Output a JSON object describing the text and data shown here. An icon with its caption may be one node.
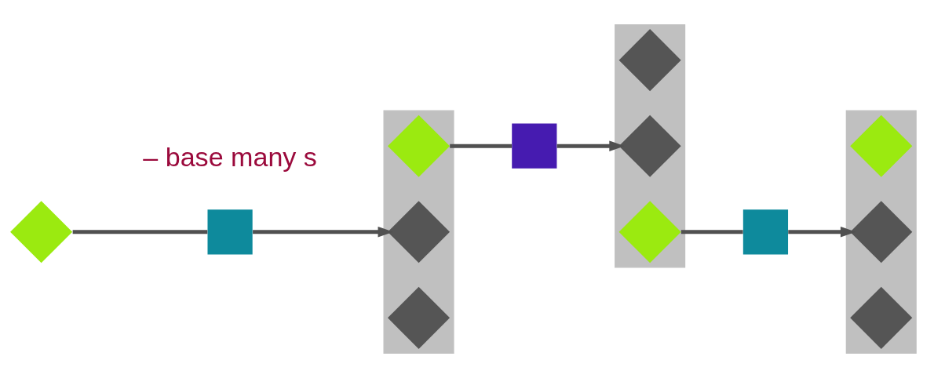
{
  "diagram": {
    "nodes": [
      {
        "text": [],
        "shape": "diamond"
      },
      {
        "text": [],
        "shape": "box"
      },
      {
        "text": [],
        "shape": "box"
      },
      {
        "text": [],
        "shape": "diamond",
        "in": 2
      },
      {
        "text": [],
        "shape": "diamond",
        "in": 2
      },
      {
        "text": [],
        "shape": "diamond",
        "in": 2
      },
      {
        "text": [],
        "shape": "box"
      },
      {
        "text": [],
        "shape": "box"
      },
      {
        "text": [],
        "shape": "diamond",
        "in": 7
      },
      {
        "text": [],
        "shape": "diamond",
        "in": 7
      },
      {
        "text": [],
        "shape": "diamond",
        "in": 7
      },
      {
        "text": [],
        "shape": "box"
      },
      {
        "text": [],
        "shape": "box"
      },
      {
        "text": [],
        "shape": "diamond",
        "in": 12
      },
      {
        "text": [],
        "shape": "diamond",
        "in": 12
      },
      {
        "text": [],
        "shape": "diamond",
        "in": 12
      }
    ],
    "edges": [
      {
        "from": 0,
        "to": 1,
        "arrow": "none"
      },
      {
        "from": 1,
        "to": 4,
        "arrow": "to"
      },
      {
        "from": 3,
        "to": 6,
        "arrow": "none"
      },
      {
        "from": 6,
        "to": 9,
        "arrow": "to"
      },
      {
        "from": 10,
        "to": 11,
        "arrow": "none"
      },
      {
        "from": 11,
        "to": 14,
        "arrow": "to"
      }
    ],
    "labels": [
      "– base many s"
    ]
  }
}
